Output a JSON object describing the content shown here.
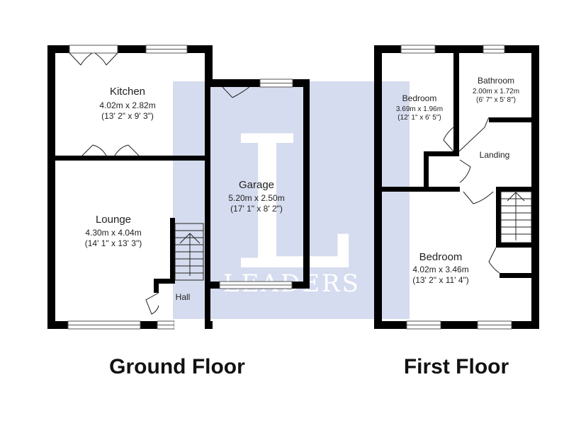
{
  "watermark": {
    "letter": "L",
    "word": "LEADERS",
    "color": "#d6dcef"
  },
  "floors": {
    "ground": {
      "title": "Ground Floor"
    },
    "first": {
      "title": "First Floor"
    }
  },
  "rooms": {
    "kitchen": {
      "name": "Kitchen",
      "metric": "4.02m x 2.82m",
      "imperial": "(13' 2\" x 9' 3\")"
    },
    "lounge": {
      "name": "Lounge",
      "metric": "4.30m x 4.04m",
      "imperial": "(14' 1\" x 13' 3\")"
    },
    "garage": {
      "name": "Garage",
      "metric": "5.20m x 2.50m",
      "imperial": "(17' 1\" x 8' 2\")"
    },
    "hall": {
      "name": "Hall"
    },
    "bedroom_small": {
      "name": "Bedroom",
      "metric": "3.69m x 1.96m",
      "imperial": "(12' 1\" x 6' 5\")"
    },
    "bathroom": {
      "name": "Bathroom",
      "metric": "2.00m x 1.72m",
      "imperial": "(6' 7\" x 5' 8\")"
    },
    "landing": {
      "name": "Landing"
    },
    "bedroom_large": {
      "name": "Bedroom",
      "metric": "4.02m x 3.46m",
      "imperial": "(13' 2\" x 11' 4\")"
    }
  },
  "colors": {
    "wall": "#000000",
    "window": "#ffffff"
  }
}
